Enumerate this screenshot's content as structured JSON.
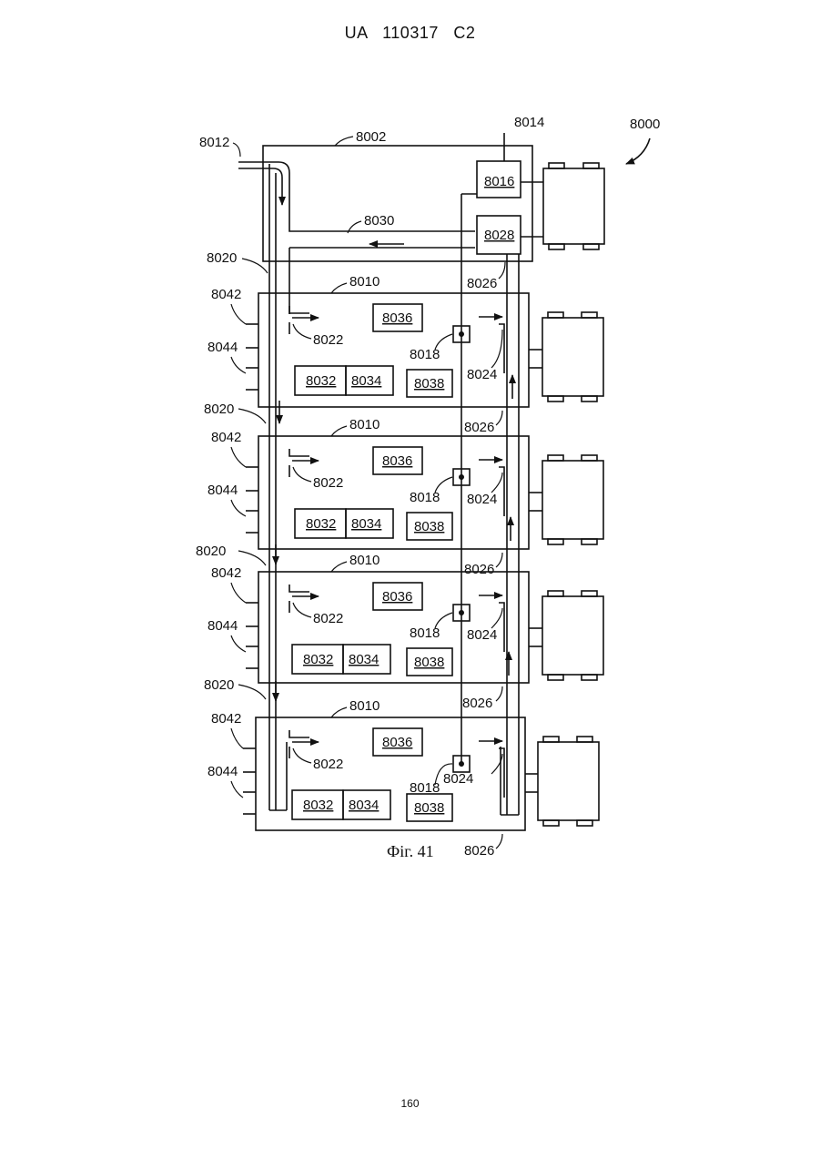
{
  "header": {
    "text": "UA   110317   C2"
  },
  "page_number": "160",
  "figure": {
    "caption": "Фіг. 41",
    "ref_system": "8000",
    "top_unit": {
      "frame": "8002",
      "inlet": "8012",
      "pipe": "8014",
      "box_a": "8016",
      "box_b": "8028",
      "return_line": "8030",
      "riser": "8020",
      "feed": "8026"
    },
    "floors": [
      {
        "rack": "8010",
        "left_a": "8042",
        "left_b": "8044",
        "inlet": "8022",
        "outlet": "8024",
        "node": "8018",
        "box1": "8032",
        "box2": "8034",
        "box3": "8036",
        "box4": "8038",
        "riser": "8020",
        "feed": "8026"
      },
      {
        "rack": "8010",
        "left_a": "8042",
        "left_b": "8044",
        "inlet": "8022",
        "outlet": "8024",
        "node": "8018",
        "box1": "8032",
        "box2": "8034",
        "box3": "8036",
        "box4": "8038",
        "riser": "8020",
        "feed": "8026"
      },
      {
        "rack": "8010",
        "left_a": "8042",
        "left_b": "8044",
        "inlet": "8022",
        "outlet": "8024",
        "node": "8018",
        "box1": "8032",
        "box2": "8034",
        "box3": "8036",
        "box4": "8038",
        "riser": "8020",
        "feed": "8026"
      },
      {
        "rack": "8010",
        "left_a": "8042",
        "left_b": "8044",
        "inlet": "8022",
        "outlet": "8024",
        "node": "8018",
        "box1": "8032",
        "box2": "8034",
        "box3": "8036",
        "box4": "8038",
        "feed": "8026"
      }
    ]
  }
}
